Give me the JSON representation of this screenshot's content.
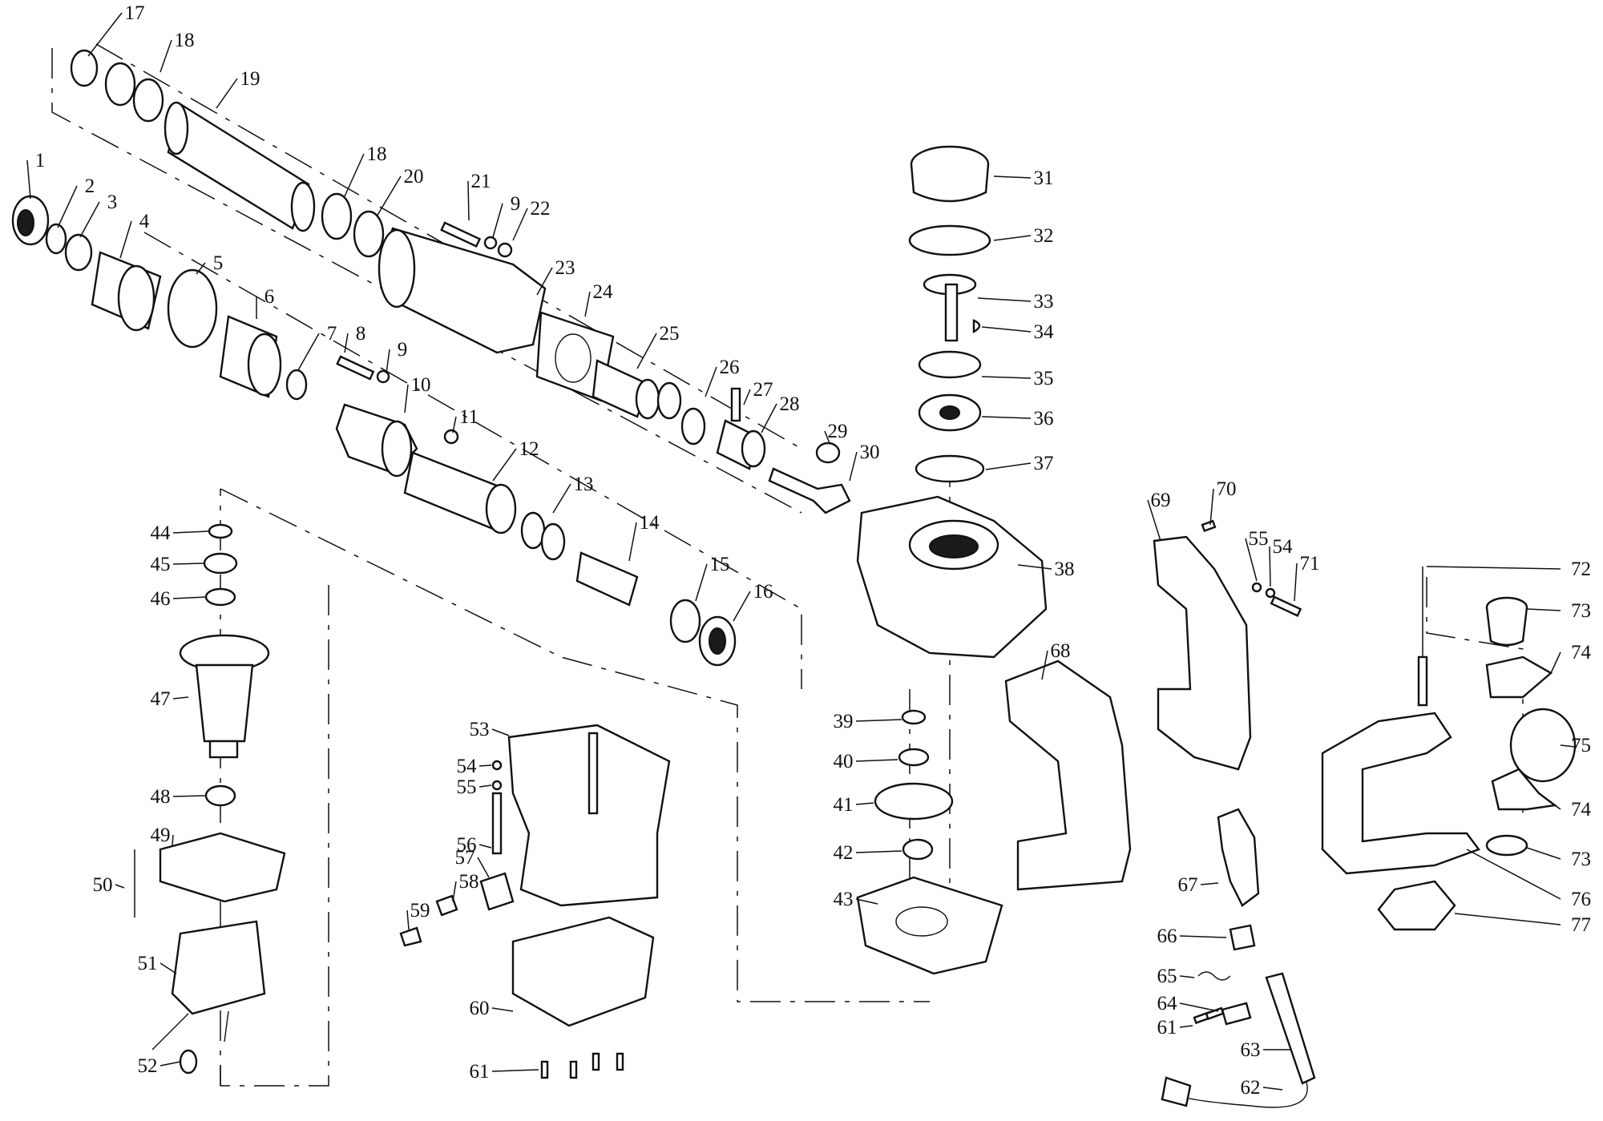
{
  "diagram": {
    "type": "exploded-parts-view",
    "callouts": [
      {
        "id": "c1",
        "label": "1"
      },
      {
        "id": "c2",
        "label": "2"
      },
      {
        "id": "c3",
        "label": "3"
      },
      {
        "id": "c4",
        "label": "4"
      },
      {
        "id": "c5",
        "label": "5"
      },
      {
        "id": "c6",
        "label": "6"
      },
      {
        "id": "c7",
        "label": "7"
      },
      {
        "id": "c8",
        "label": "8"
      },
      {
        "id": "c9a",
        "label": "9"
      },
      {
        "id": "c9b",
        "label": "9"
      },
      {
        "id": "c10",
        "label": "10"
      },
      {
        "id": "c11",
        "label": "11"
      },
      {
        "id": "c12",
        "label": "12"
      },
      {
        "id": "c13",
        "label": "13"
      },
      {
        "id": "c14",
        "label": "14"
      },
      {
        "id": "c15",
        "label": "15"
      },
      {
        "id": "c16",
        "label": "16"
      },
      {
        "id": "c17",
        "label": "17"
      },
      {
        "id": "c18a",
        "label": "18"
      },
      {
        "id": "c18b",
        "label": "18"
      },
      {
        "id": "c19",
        "label": "19"
      },
      {
        "id": "c20",
        "label": "20"
      },
      {
        "id": "c21",
        "label": "21"
      },
      {
        "id": "c22",
        "label": "22"
      },
      {
        "id": "c23",
        "label": "23"
      },
      {
        "id": "c24",
        "label": "24"
      },
      {
        "id": "c25",
        "label": "25"
      },
      {
        "id": "c26",
        "label": "26"
      },
      {
        "id": "c27",
        "label": "27"
      },
      {
        "id": "c28",
        "label": "28"
      },
      {
        "id": "c29",
        "label": "29"
      },
      {
        "id": "c30",
        "label": "30"
      },
      {
        "id": "c31",
        "label": "31"
      },
      {
        "id": "c32",
        "label": "32"
      },
      {
        "id": "c33",
        "label": "33"
      },
      {
        "id": "c34",
        "label": "34"
      },
      {
        "id": "c35",
        "label": "35"
      },
      {
        "id": "c36",
        "label": "36"
      },
      {
        "id": "c37",
        "label": "37"
      },
      {
        "id": "c38",
        "label": "38"
      },
      {
        "id": "c39",
        "label": "39"
      },
      {
        "id": "c40",
        "label": "40"
      },
      {
        "id": "c41",
        "label": "41"
      },
      {
        "id": "c42",
        "label": "42"
      },
      {
        "id": "c43",
        "label": "43"
      },
      {
        "id": "c44",
        "label": "44"
      },
      {
        "id": "c45",
        "label": "45"
      },
      {
        "id": "c46",
        "label": "46"
      },
      {
        "id": "c47",
        "label": "47"
      },
      {
        "id": "c48",
        "label": "48"
      },
      {
        "id": "c49",
        "label": "49"
      },
      {
        "id": "c50",
        "label": "50"
      },
      {
        "id": "c51",
        "label": "51"
      },
      {
        "id": "c52",
        "label": "52"
      },
      {
        "id": "c53",
        "label": "53"
      },
      {
        "id": "c54a",
        "label": "54"
      },
      {
        "id": "c54b",
        "label": "54"
      },
      {
        "id": "c55a",
        "label": "55"
      },
      {
        "id": "c55b",
        "label": "55"
      },
      {
        "id": "c56",
        "label": "56"
      },
      {
        "id": "c57",
        "label": "57"
      },
      {
        "id": "c58",
        "label": "58"
      },
      {
        "id": "c59",
        "label": "59"
      },
      {
        "id": "c60",
        "label": "60"
      },
      {
        "id": "c61a",
        "label": "61"
      },
      {
        "id": "c61b",
        "label": "61"
      },
      {
        "id": "c62",
        "label": "62"
      },
      {
        "id": "c63",
        "label": "63"
      },
      {
        "id": "c64",
        "label": "64"
      },
      {
        "id": "c65",
        "label": "65"
      },
      {
        "id": "c66",
        "label": "66"
      },
      {
        "id": "c67",
        "label": "67"
      },
      {
        "id": "c68",
        "label": "68"
      },
      {
        "id": "c69",
        "label": "69"
      },
      {
        "id": "c70",
        "label": "70"
      },
      {
        "id": "c71",
        "label": "71"
      },
      {
        "id": "c72",
        "label": "72"
      },
      {
        "id": "c73a",
        "label": "73"
      },
      {
        "id": "c73b",
        "label": "73"
      },
      {
        "id": "c74a",
        "label": "74"
      },
      {
        "id": "c74b",
        "label": "74"
      },
      {
        "id": "c75",
        "label": "75"
      },
      {
        "id": "c76",
        "label": "76"
      },
      {
        "id": "c77",
        "label": "77"
      }
    ]
  }
}
